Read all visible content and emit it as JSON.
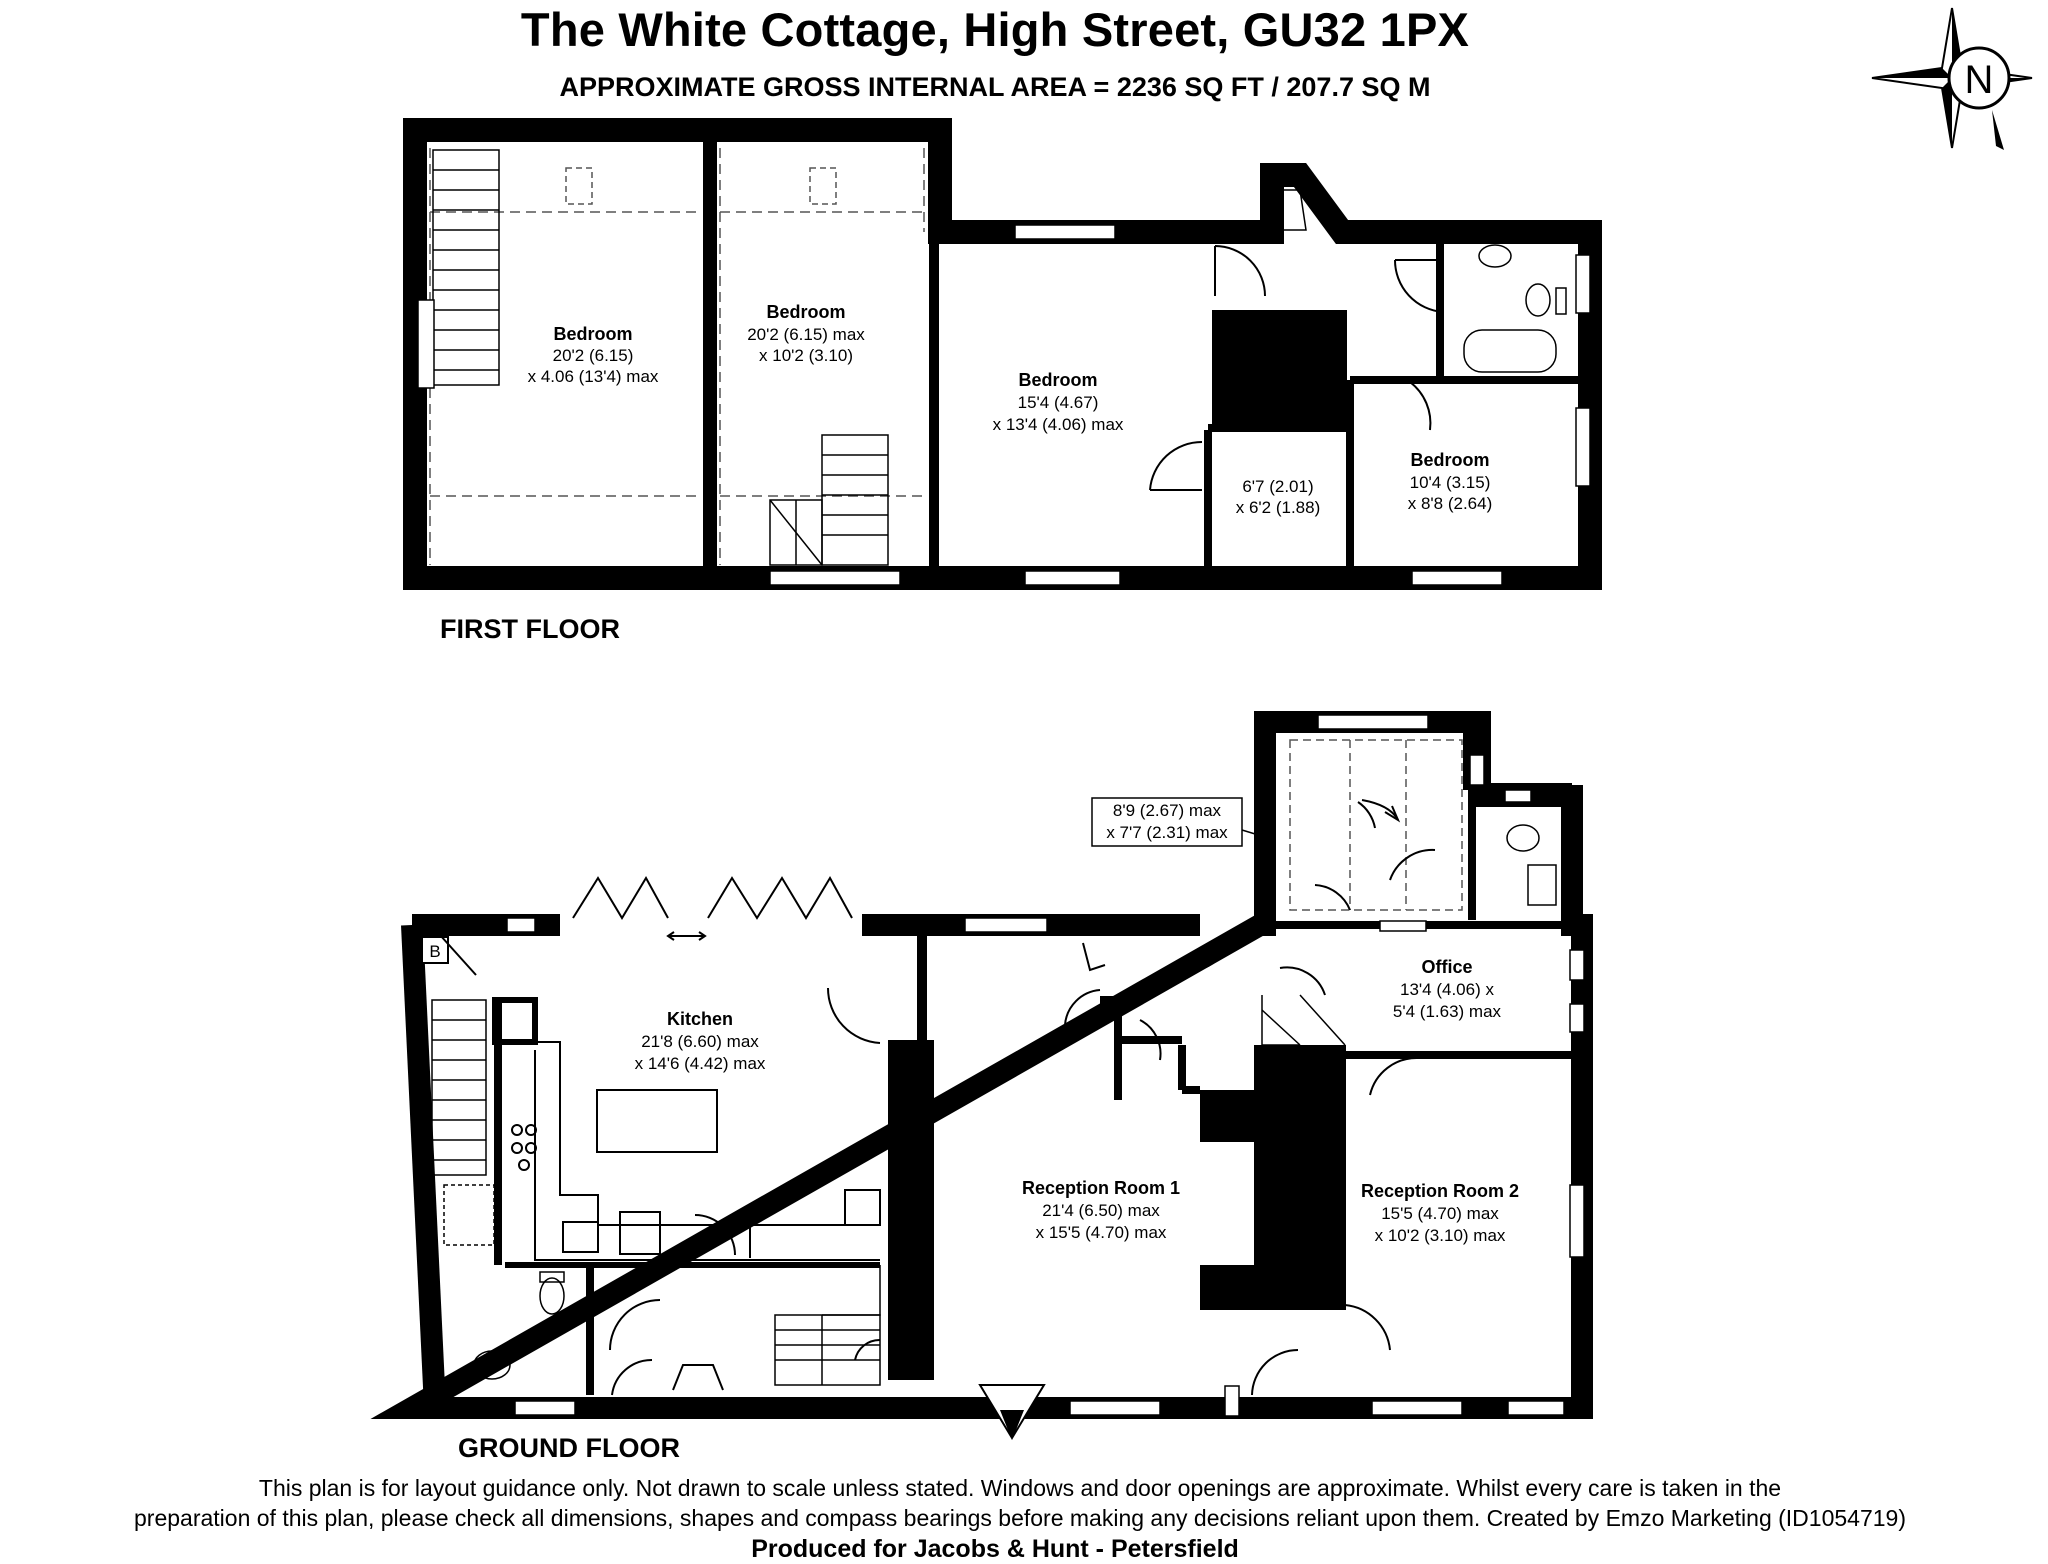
{
  "header": {
    "title": "The White Cottage, High Street, GU32 1PX",
    "subtitle": "APPROXIMATE GROSS INTERNAL AREA = 2236 SQ FT / 207.7 SQ M"
  },
  "compass": {
    "letter": "N",
    "icon": "compass-icon"
  },
  "first_floor": {
    "label": "FIRST FLOOR",
    "rooms": [
      {
        "name": "Bedroom",
        "dims": [
          "20'2 (6.15)",
          "x 4.06 (13'4) max"
        ]
      },
      {
        "name": "Bedroom",
        "dims": [
          "20'2 (6.15) max",
          "x 10'2 (3.10)"
        ]
      },
      {
        "name": "Bedroom",
        "dims": [
          "15'4 (4.67)",
          "x 13'4 (4.06) max"
        ]
      },
      {
        "name": "",
        "dims": [
          "6'7 (2.01)",
          "x 6'2 (1.88)"
        ]
      },
      {
        "name": "Bedroom",
        "dims": [
          "10'4 (3.15)",
          "x 8'8 (2.64)"
        ]
      }
    ]
  },
  "ground_floor": {
    "label": "GROUND FLOOR",
    "rooms": [
      {
        "name": "Kitchen",
        "dims": [
          "21'8 (6.60) max",
          "x 14'6 (4.42) max"
        ]
      },
      {
        "name": "Reception Room 1",
        "dims": [
          "21'4 (6.50) max",
          "x 15'5 (4.70) max"
        ]
      },
      {
        "name": "Reception Room 2",
        "dims": [
          "15'5 (4.70) max",
          "x 10'2 (3.10) max"
        ]
      },
      {
        "name": "Office",
        "dims": [
          "13'4 (4.06) x",
          "5'4 (1.63) max"
        ]
      }
    ],
    "callout": [
      "8'9 (2.67) max",
      "x 7'7 (2.31) max"
    ],
    "boiler_label": "B"
  },
  "footer": {
    "disclaimer_line1": "This plan is for layout guidance only. Not drawn to scale unless stated. Windows and door openings are approximate. Whilst every care is taken in the",
    "disclaimer_line2": "preparation of this plan, please check all dimensions, shapes and compass bearings before making any decisions reliant upon them. Created by Emzo Marketing (ID1054719)",
    "produced_for": "Produced for Jacobs & Hunt - Petersfield"
  }
}
